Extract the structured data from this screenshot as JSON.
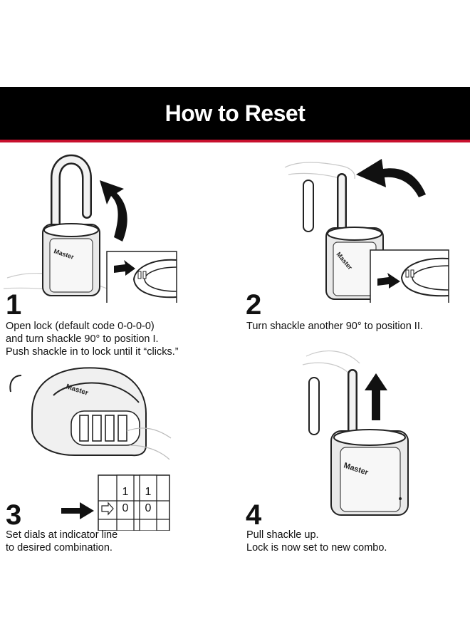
{
  "banner": {
    "title": "How to Reset",
    "bg_color": "#000000",
    "accent_color": "#c8102e"
  },
  "brand": "Master",
  "steps": [
    {
      "number": "1",
      "lines": [
        "Open lock (default code 0-0-0-0)",
        "and turn shackle 90° to position I.",
        "Push shackle in to lock until it “clicks.”"
      ],
      "icons": [
        "open-lock-illustration",
        "curved-arrow-icon",
        "shackle-detail-inset",
        "arrow-right-icon"
      ]
    },
    {
      "number": "2",
      "lines": [
        "Turn shackle another 90° to position II."
      ],
      "icons": [
        "hand-turning-shackle-illustration",
        "curved-arrow-icon",
        "shackle-detail-inset",
        "arrow-right-icon"
      ]
    },
    {
      "number": "3",
      "lines": [
        "Set dials at indicator line",
        "to desired combination."
      ],
      "dial_digits": {
        "top": [
          "1",
          "1"
        ],
        "bottom": [
          "0",
          "0"
        ]
      },
      "icons": [
        "dials-closeup-illustration",
        "arrow-right-icon",
        "dial-indicator-inset"
      ]
    },
    {
      "number": "4",
      "lines": [
        "Pull shackle up.",
        "Lock is now set to new combo."
      ],
      "icons": [
        "hand-pulling-shackle-illustration",
        "arrow-up-icon"
      ]
    }
  ]
}
